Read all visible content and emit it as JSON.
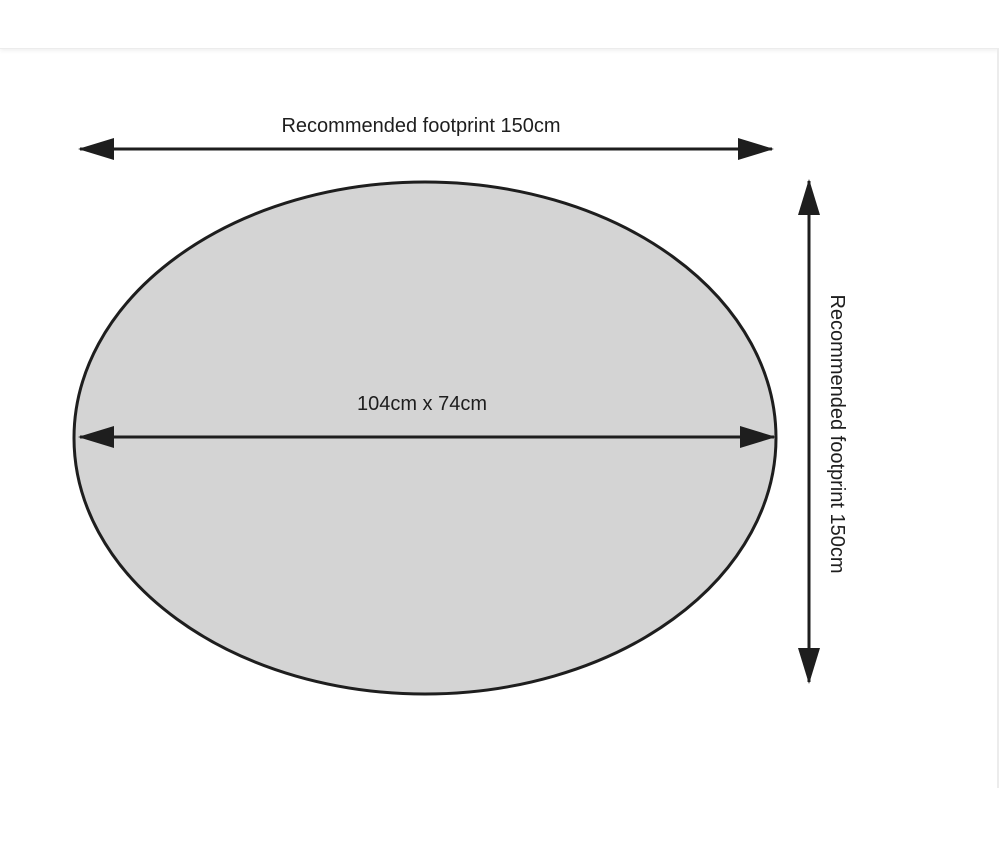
{
  "diagram": {
    "top_dimension_label": "Recommended footprint 150cm",
    "side_dimension_label": "Recommended footprint 150cm",
    "oval_size_label": "104cm x 74cm",
    "colors": {
      "oval_fill": "#d4d4d4",
      "stroke": "#1e1e1e",
      "background": "#ffffff"
    }
  }
}
